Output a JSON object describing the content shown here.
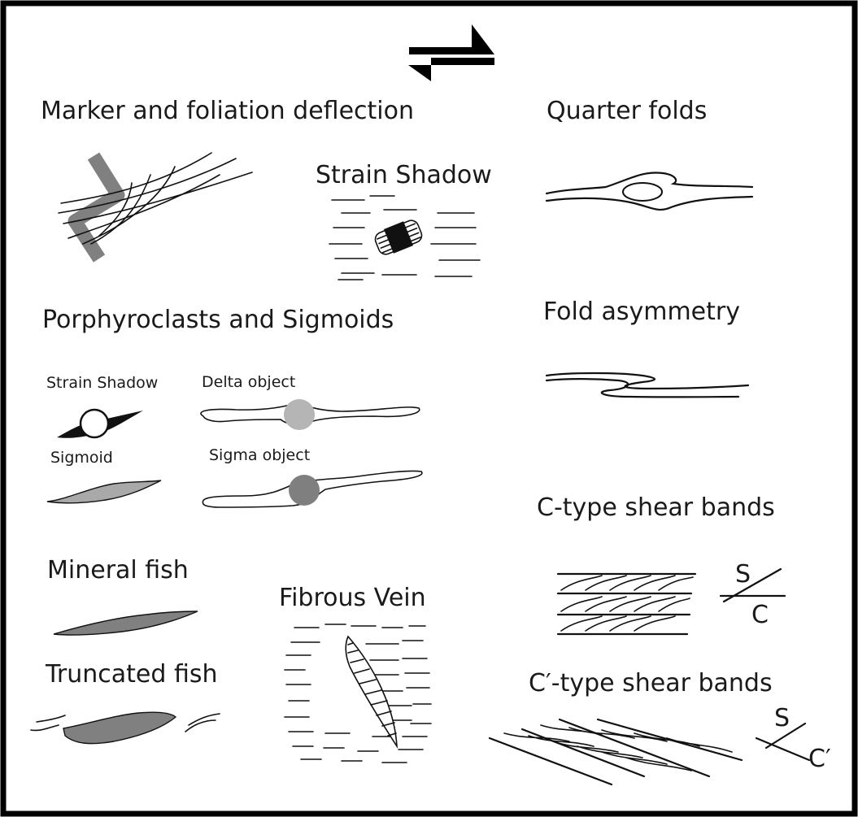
{
  "labels": {
    "marker_deflection": "Marker and foliation deflection",
    "strain_shadow_top": "Strain Shadow",
    "quarter_folds": "Quarter folds",
    "porphyroclasts": "Porphyroclasts and Sigmoids",
    "fold_asymmetry": "Fold asymmetry",
    "strain_shadow_small": "Strain Shadow",
    "delta_object": "Delta object",
    "sigmoid": "Sigmoid",
    "sigma_object": "Sigma object",
    "c_type": "C-type shear bands",
    "mineral_fish": "Mineral fish",
    "fibrous_vein": "Fibrous Vein",
    "truncated_fish": "Truncated fish",
    "c_prime_type": "C′-type shear bands",
    "s_label_1": "S",
    "c_label": "C",
    "s_label_2": "S",
    "c_prime_label": "C′"
  },
  "colors": {
    "border": "#000000",
    "ink": "#111111",
    "marker_gray": "#808080",
    "delta_fill": "#b5b5b5",
    "sigma_fill": "#7f7f7f",
    "sigmoid_fill": "#a9a9a9",
    "fish_fill": "#808080"
  }
}
